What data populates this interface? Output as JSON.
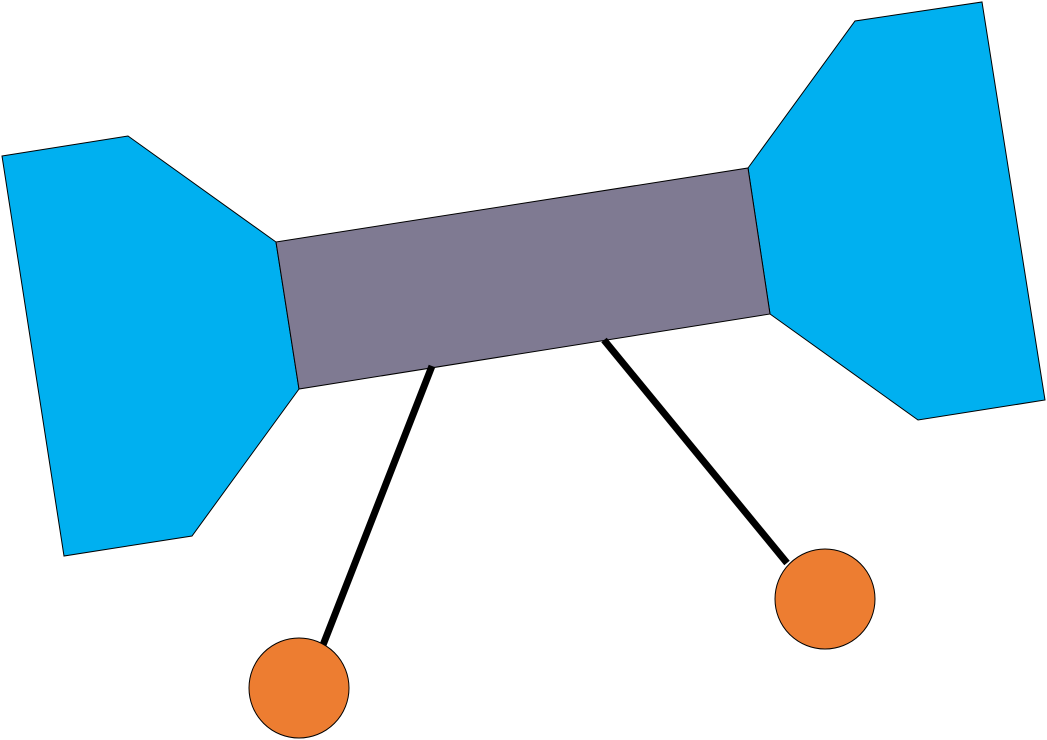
{
  "diagram": {
    "colors": {
      "wing": "#00B0F0",
      "body": "#7F7A92",
      "stem": "#000000",
      "ball": "#ED7D31",
      "outline": "#000000",
      "background": "#FFFFFF"
    },
    "elements": [
      {
        "name": "left-trapezoid-shape",
        "kind": "polygon",
        "fill_key": "wing"
      },
      {
        "name": "right-trapezoid-shape",
        "kind": "polygon",
        "fill_key": "wing"
      },
      {
        "name": "center-rectangle-shape",
        "kind": "polygon",
        "fill_key": "body"
      },
      {
        "name": "left-stem-line",
        "kind": "line",
        "stroke_key": "stem"
      },
      {
        "name": "right-stem-line",
        "kind": "line",
        "stroke_key": "stem"
      },
      {
        "name": "left-orange-circle",
        "kind": "circle",
        "fill_key": "ball"
      },
      {
        "name": "right-orange-circle",
        "kind": "circle",
        "fill_key": "ball"
      }
    ]
  }
}
